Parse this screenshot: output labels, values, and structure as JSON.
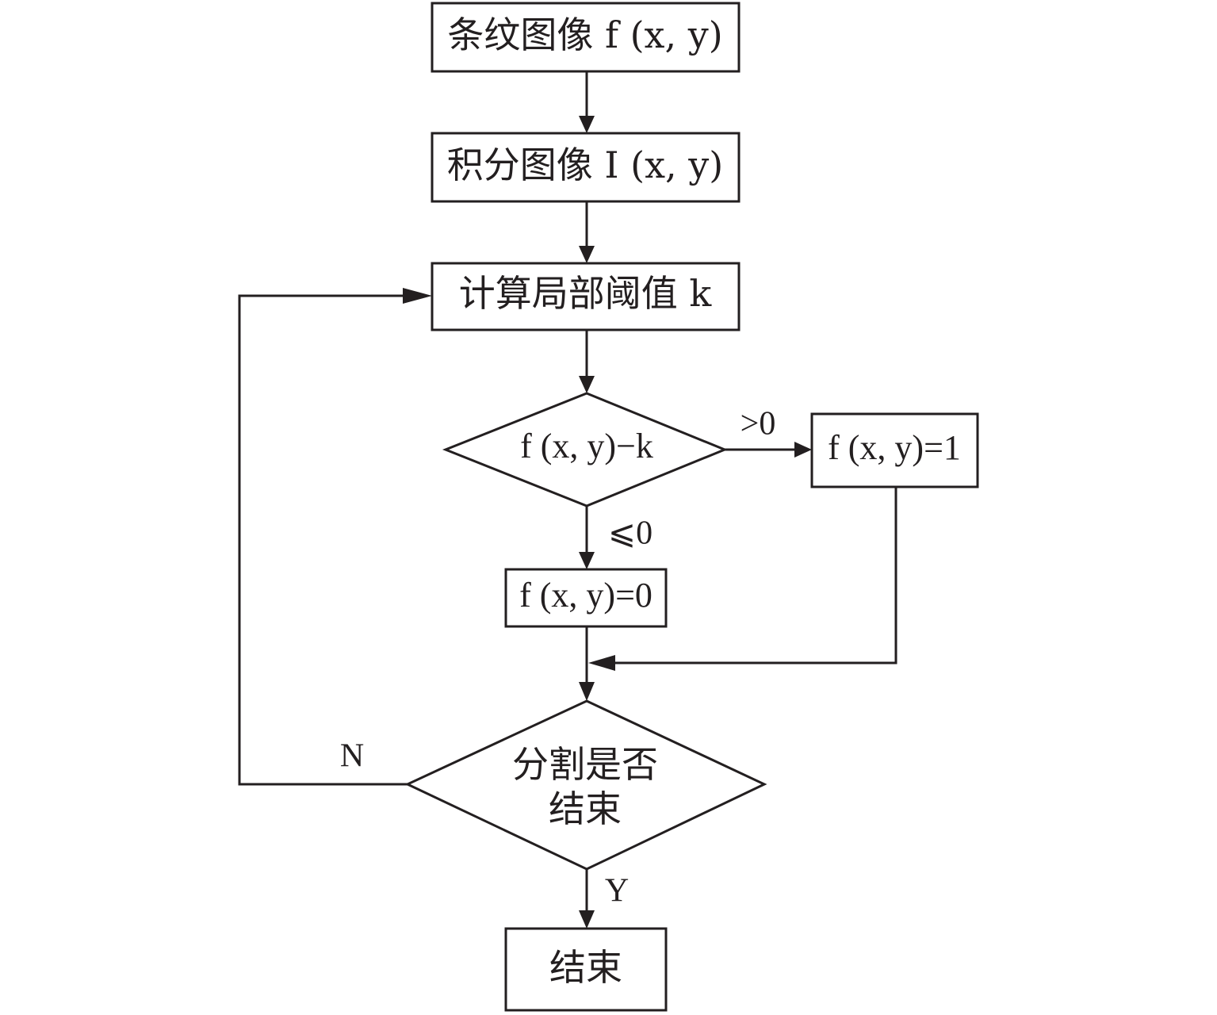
{
  "nodes": {
    "fringe_image": "条纹图像 f (x, y)",
    "integral_image": "积分图像 I (x, y)",
    "local_threshold": "计算局部阈值 k",
    "compare": "f (x, y)−k",
    "set_one": "f (x, y)=1",
    "set_zero": "f (x, y)=0",
    "check_done_line1": "分割是否",
    "check_done_line2": "结束",
    "end": "结束"
  },
  "edge_labels": {
    "greater": ">0",
    "less_equal": "⩽0",
    "no": "N",
    "yes": "Y"
  },
  "colors": {
    "stroke": "#231f20",
    "background": "#ffffff"
  }
}
